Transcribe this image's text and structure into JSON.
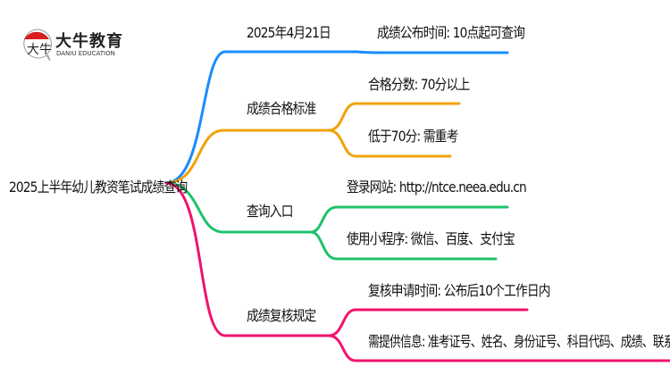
{
  "logo": {
    "name": "大牛教育",
    "subtitle": "DANIU EDUCATION",
    "mark_text": "大牛"
  },
  "root": "2025上半年幼儿教资笔试成绩查询",
  "branches": [
    {
      "label": "2025年4月21日",
      "color": "#1a8cff",
      "children": [
        "成绩公布时间: 10点起可查询"
      ]
    },
    {
      "label": "成绩合格标准",
      "color": "#f0a30a",
      "children": [
        "合格分数: 70分以上",
        "低于70分: 需重考"
      ]
    },
    {
      "label": "查询入口",
      "color": "#1ec26a",
      "children": [
        "登录网站: http://ntce.neea.edu.cn",
        "使用小程序: 微信、百度、支付宝"
      ]
    },
    {
      "label": "成绩复核规定",
      "color": "#f0136e",
      "children": [
        "复核申请时间: 公布后10个工作日内",
        "需提供信息: 准考证号、姓名、身份证号、科目代码、成绩、联系电话"
      ]
    }
  ]
}
